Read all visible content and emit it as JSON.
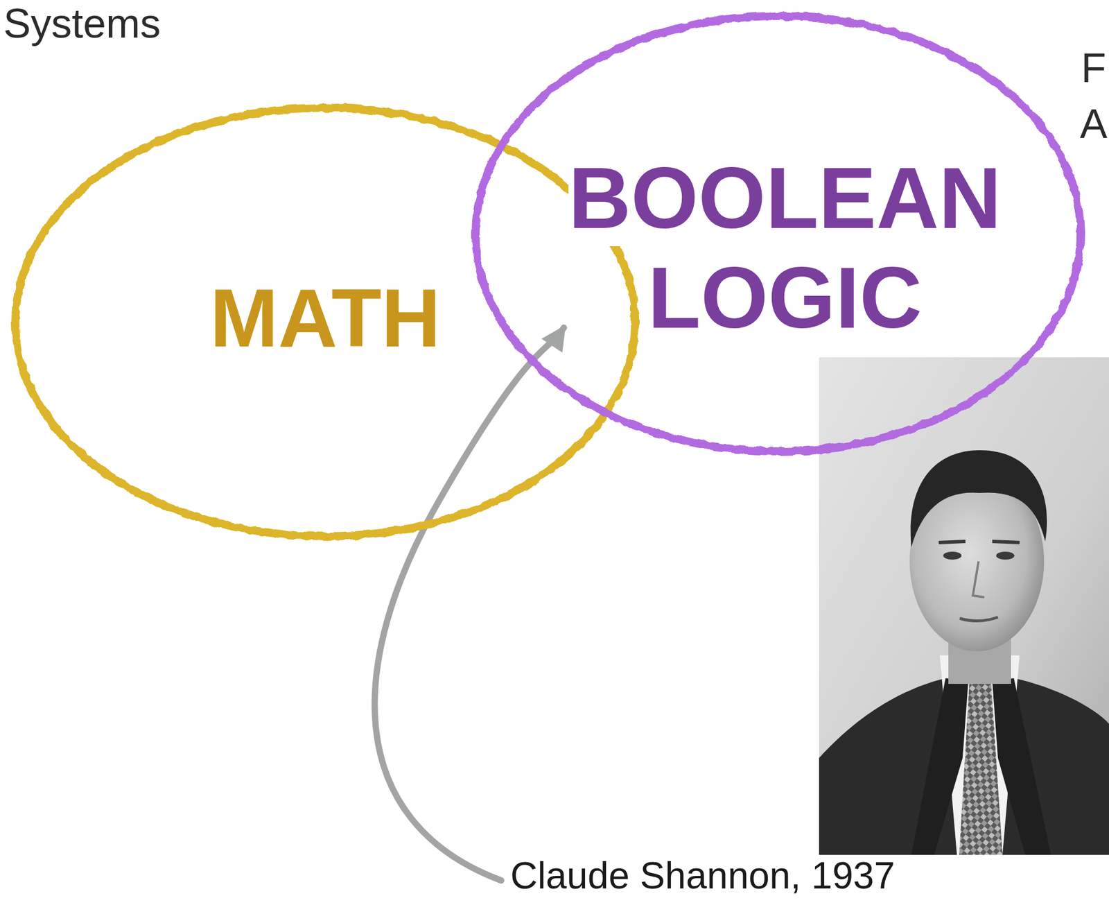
{
  "diagram": {
    "nodes": [
      {
        "text": [
          "MATH"
        ]
      },
      {
        "text": [
          "BOOLEAN LOGIC"
        ]
      }
    ],
    "labels": [
      "Systems",
      "F",
      "A",
      "Claude Shannon, 1937"
    ]
  }
}
